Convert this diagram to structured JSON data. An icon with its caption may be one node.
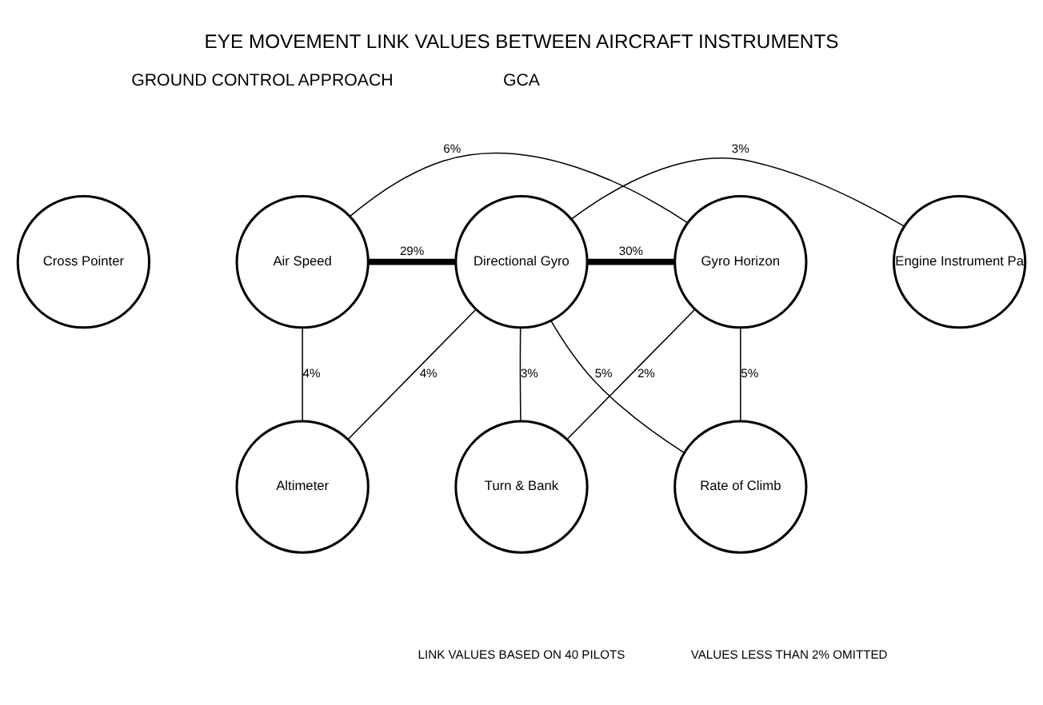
{
  "diagram": {
    "title": "EYE MOVEMENT LINK VALUES BETWEEN AIRCRAFT INSTRUMENTS",
    "nodes": [
      {
        "text": [
          "Cross Pointer"
        ]
      },
      {
        "text": [
          "Air Speed"
        ]
      },
      {
        "text": [
          "Directional Gyro"
        ]
      },
      {
        "text": [
          "Gyro Horizon"
        ]
      },
      {
        "text": [
          "Engine Instrument Pa"
        ]
      },
      {
        "text": [
          "Altimeter"
        ]
      },
      {
        "text": [
          "Turn & Bank"
        ]
      },
      {
        "text": [
          "Rate of Climb"
        ]
      }
    ],
    "edges": [
      {
        "from": 1,
        "to": 2,
        "arrow": "none",
        "label": "29%",
        "style": "thick"
      },
      {
        "from": 2,
        "to": 3,
        "arrow": "none",
        "label": "30%",
        "style": "thick"
      },
      {
        "from": 1,
        "to": 3,
        "arrow": "none",
        "label": "6%"
      },
      {
        "from": 2,
        "to": 4,
        "arrow": "none",
        "label": "3%"
      },
      {
        "from": 1,
        "to": 5,
        "arrow": "none",
        "label": "4%"
      },
      {
        "from": 2,
        "to": 5,
        "arrow": "none",
        "label": "4%"
      },
      {
        "from": 2,
        "to": 6,
        "arrow": "none",
        "label": "3%"
      },
      {
        "from": 3,
        "to": 6,
        "arrow": "none",
        "label": "2%"
      },
      {
        "from": 2,
        "to": 7,
        "arrow": "none",
        "label": "5%"
      },
      {
        "from": 3,
        "to": 7,
        "arrow": "none",
        "label": "5%"
      }
    ],
    "labels": [
      "GROUND CONTROL APPROACH",
      "GCA",
      "LINK VALUES BASED ON 40 PILOTS",
      "VALUES LESS THAN 2% OMITTED"
    ]
  }
}
